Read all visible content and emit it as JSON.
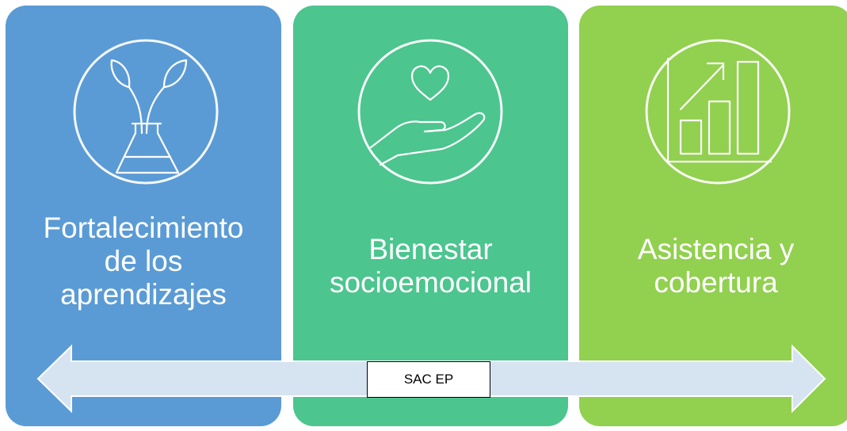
{
  "diagram": {
    "panels": [
      {
        "label_lines": [
          "Fortalecimiento",
          "de los",
          "aprendizajes"
        ],
        "icon": "plant-flask-icon",
        "color": "#5b9bd5"
      },
      {
        "label_lines": [
          "Bienestar",
          "socioemocional"
        ],
        "icon": "heart-hand-icon",
        "color": "#4cc58f"
      },
      {
        "label_lines": [
          "Asistencia y",
          "cobertura"
        ],
        "icon": "growth-chart-icon",
        "color": "#92d050"
      }
    ],
    "arrow": {
      "label": "SAC EP",
      "color": "#d6e3f0"
    }
  }
}
